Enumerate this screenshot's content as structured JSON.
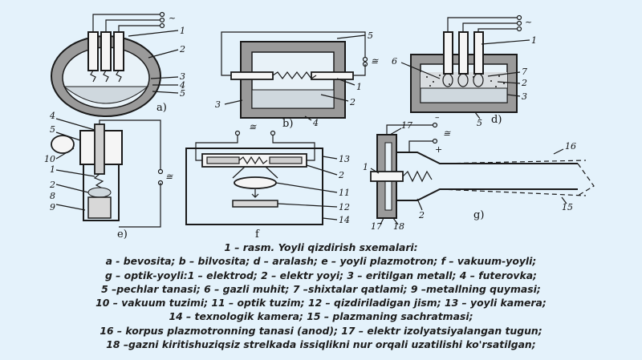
{
  "diagram": {
    "panels": {
      "a": {
        "id": "a)",
        "labels": [
          "1",
          "2",
          "3",
          "4",
          "5"
        ],
        "supply": "~"
      },
      "b": {
        "id": "b)",
        "labels": [
          "5",
          "1",
          "2",
          "3",
          "4"
        ],
        "supply": "≅"
      },
      "d": {
        "id": "d)",
        "labels": [
          "1",
          "6",
          "7",
          "2",
          "3",
          "5"
        ],
        "supply": "~"
      },
      "e": {
        "id": "e)",
        "labels": [
          "4",
          "5",
          "10",
          "1",
          "2",
          "8",
          "9"
        ],
        "supply": "≅"
      },
      "f": {
        "id": "f",
        "labels": [
          "13",
          "2",
          "11",
          "12",
          "14"
        ],
        "supply": "≅"
      },
      "g": {
        "id": "g)",
        "labels": [
          "17",
          "1",
          "2",
          "16",
          "15",
          "17",
          "18"
        ],
        "minus": "–",
        "plus": "+",
        "supply": "≅"
      }
    }
  },
  "caption": {
    "lines": [
      "1 – rasm. Yoyli qizdirish sxemalari:",
      "a - bevosita; b – bilvosita; d – aralash; e – yoyli plazmotron; f – vakuum-yoyli;",
      "g – optik-yoyli:1 – elektrod; 2 – elektr yoyi; 3 – eritilgan metall; 4 –  futerovka;",
      "5 –pechlar tanasi; 6 – gazli muhit; 7 –shixtalar qatlami; 9 –metallning quymasi;",
      "10 – vakuum tuzimi; 11 – optik tuzim;  12 – qizdiriladigan jism; 13 – yoyli kamera;",
      "14 – texnologik kamera; 15 – plazmaning sachratmasi;",
      "16 – korpus plazmotronning tanasi (anod); 17 – elektr izolyatsiyalangan tugun;",
      "18 –gazni kiritishuziqsiz strelkada issiqlikni nur orqali uzatilishi ko'rsatilgan;"
    ]
  }
}
